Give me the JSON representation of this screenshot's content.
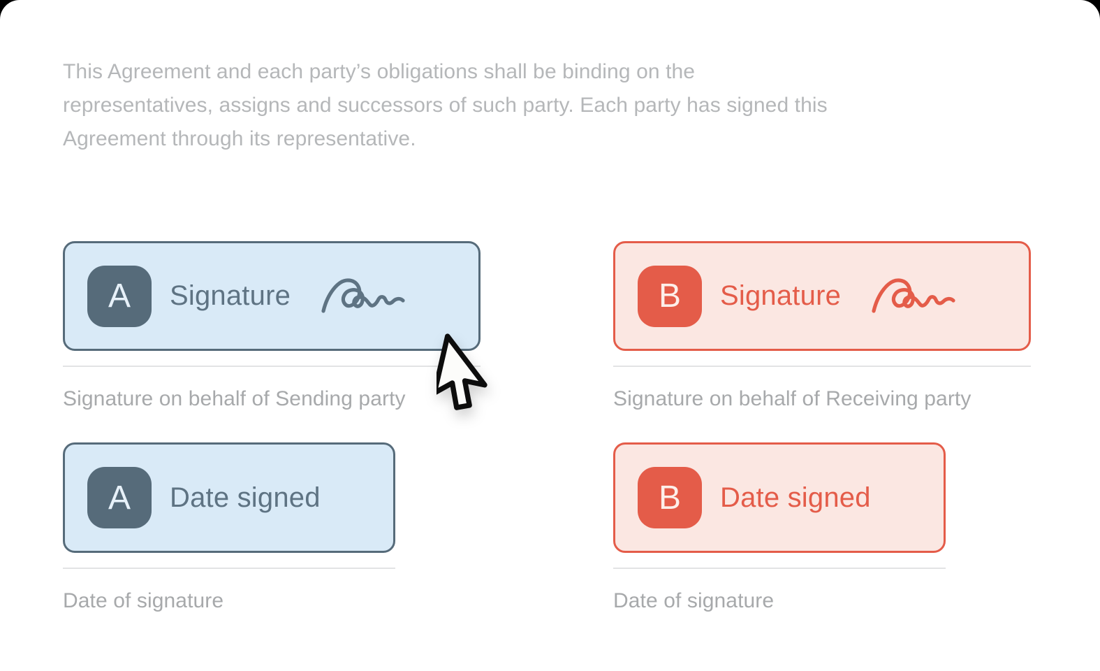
{
  "agreement": {
    "paragraph": "This Agreement and each party’s obligations shall be binding on the representatives, assigns and successors of such party. Each party has signed this Agreement through its representative."
  },
  "fields": [
    {
      "party": "A",
      "label": "Signature",
      "caption": "Signature on behalf of Sending party",
      "role": "sending",
      "icon": "signature-squiggle"
    },
    {
      "party": "B",
      "label": "Signature",
      "caption": "Signature on behalf of Receiving party",
      "role": "receiving",
      "icon": "signature-squiggle"
    },
    {
      "party": "A",
      "label": "Date signed",
      "caption": "Date of signature",
      "role": "sending"
    },
    {
      "party": "B",
      "label": "Date signed",
      "caption": "Date of signature",
      "role": "receiving"
    }
  ],
  "cursor": {
    "type": "arrow-pointer"
  },
  "colors": {
    "page_background": "#000000",
    "card_background": "#ffffff",
    "party_a_accent": "#566b7a",
    "party_a_fill": "#d9eaf7",
    "party_a_text": "#5e7383",
    "party_b_accent": "#e45c49",
    "party_b_fill": "#fbe7e2",
    "party_b_text": "#e45c49",
    "paragraph_text": "#b5b7b9",
    "caption_text": "#a7a9ab",
    "divider_color": "#e2e3e4",
    "cursor_fill": "#fcfcfa",
    "cursor_outline": "#0d0d0d"
  }
}
